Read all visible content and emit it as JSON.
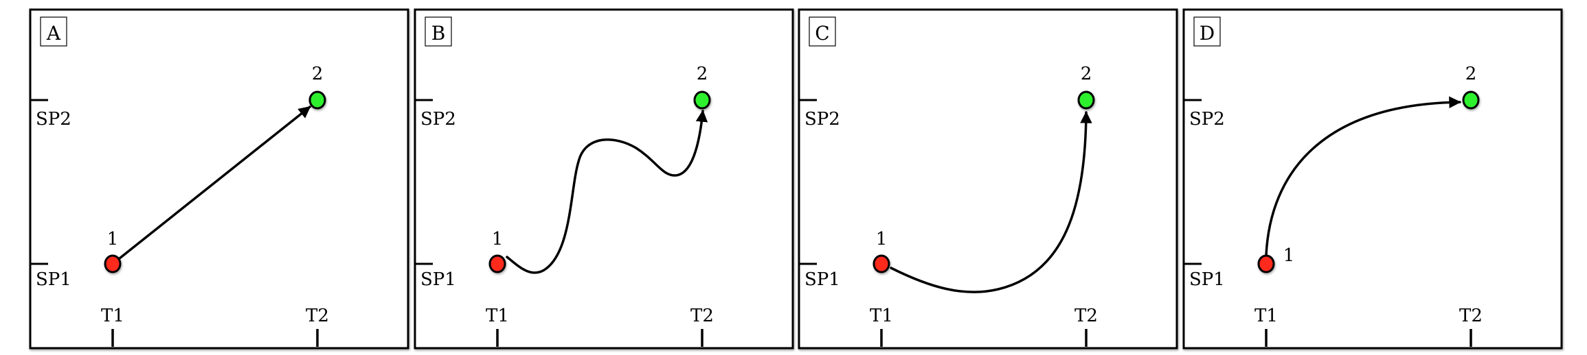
{
  "colors": {
    "start_point": "#ff2b1e",
    "end_point": "#2ef12e",
    "stroke": "#000000"
  },
  "axis": {
    "y_ticks": [
      "SP2",
      "SP1"
    ],
    "x_ticks": [
      "T1",
      "T2"
    ]
  },
  "points": {
    "start_label": "1",
    "end_label": "2"
  },
  "panels": [
    {
      "label": "A",
      "trajectory": "straight"
    },
    {
      "label": "B",
      "trajectory": "s-curve"
    },
    {
      "label": "C",
      "trajectory": "dip-then-rise"
    },
    {
      "label": "D",
      "trajectory": "rise-then-level"
    }
  ]
}
